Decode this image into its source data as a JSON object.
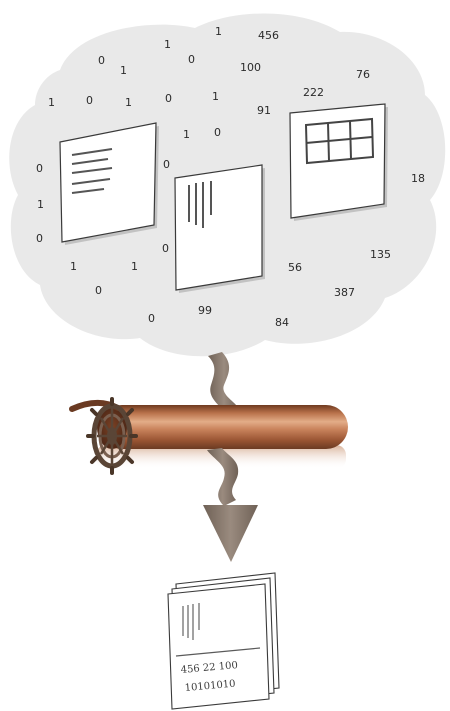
{
  "cloud_numbers": [
    {
      "text": "456"
    },
    {
      "text": "1"
    },
    {
      "text": "1"
    },
    {
      "text": "0"
    },
    {
      "text": "0"
    },
    {
      "text": "1"
    },
    {
      "text": "100"
    },
    {
      "text": "76"
    },
    {
      "text": "1"
    },
    {
      "text": "0"
    },
    {
      "text": "1"
    },
    {
      "text": "0"
    },
    {
      "text": "1"
    },
    {
      "text": "91"
    },
    {
      "text": "222"
    },
    {
      "text": "1"
    },
    {
      "text": "0"
    },
    {
      "text": "0"
    },
    {
      "text": "0"
    },
    {
      "text": "18"
    },
    {
      "text": "1"
    },
    {
      "text": "0"
    },
    {
      "text": "0"
    },
    {
      "text": "135"
    },
    {
      "text": "1"
    },
    {
      "text": "1"
    },
    {
      "text": "56"
    },
    {
      "text": "0"
    },
    {
      "text": "387"
    },
    {
      "text": "0"
    },
    {
      "text": "99"
    },
    {
      "text": "84"
    }
  ],
  "output_document": {
    "line1": "456 22 100",
    "line2": "10101010"
  },
  "colors": {
    "cloud": "#e9e9e9",
    "pipe_light": "#d9a27c",
    "pipe_dark": "#8a4b2a",
    "wheel": "#5a4536",
    "arrow": "#8a7a6e",
    "paper": "#ffffff"
  }
}
